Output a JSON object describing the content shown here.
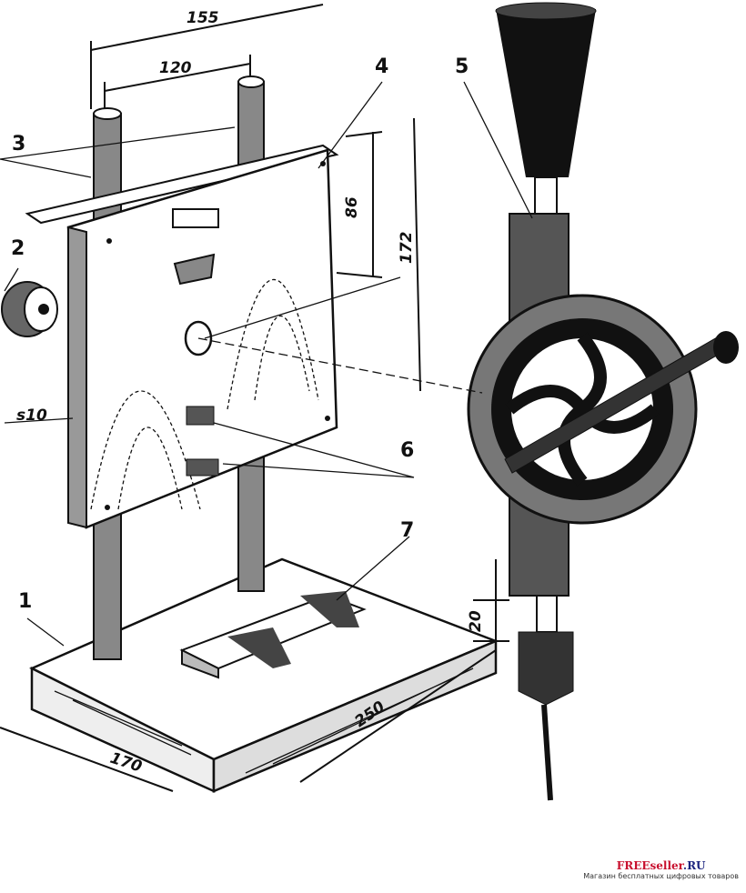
{
  "title": "Drill stand assembly drawing",
  "callouts": [
    "1",
    "2",
    "3",
    "4",
    "5",
    "6",
    "7"
  ],
  "dimensions": {
    "d155": "155",
    "d120": "120",
    "d86": "86",
    "d172": "172",
    "s10": "s10",
    "d20": "20",
    "d250": "250",
    "d170": "170"
  },
  "watermark": {
    "brand_a": "FREEseller",
    "brand_b": ".RU",
    "tagline": "Магазин бесплатных цифровых товаров"
  }
}
